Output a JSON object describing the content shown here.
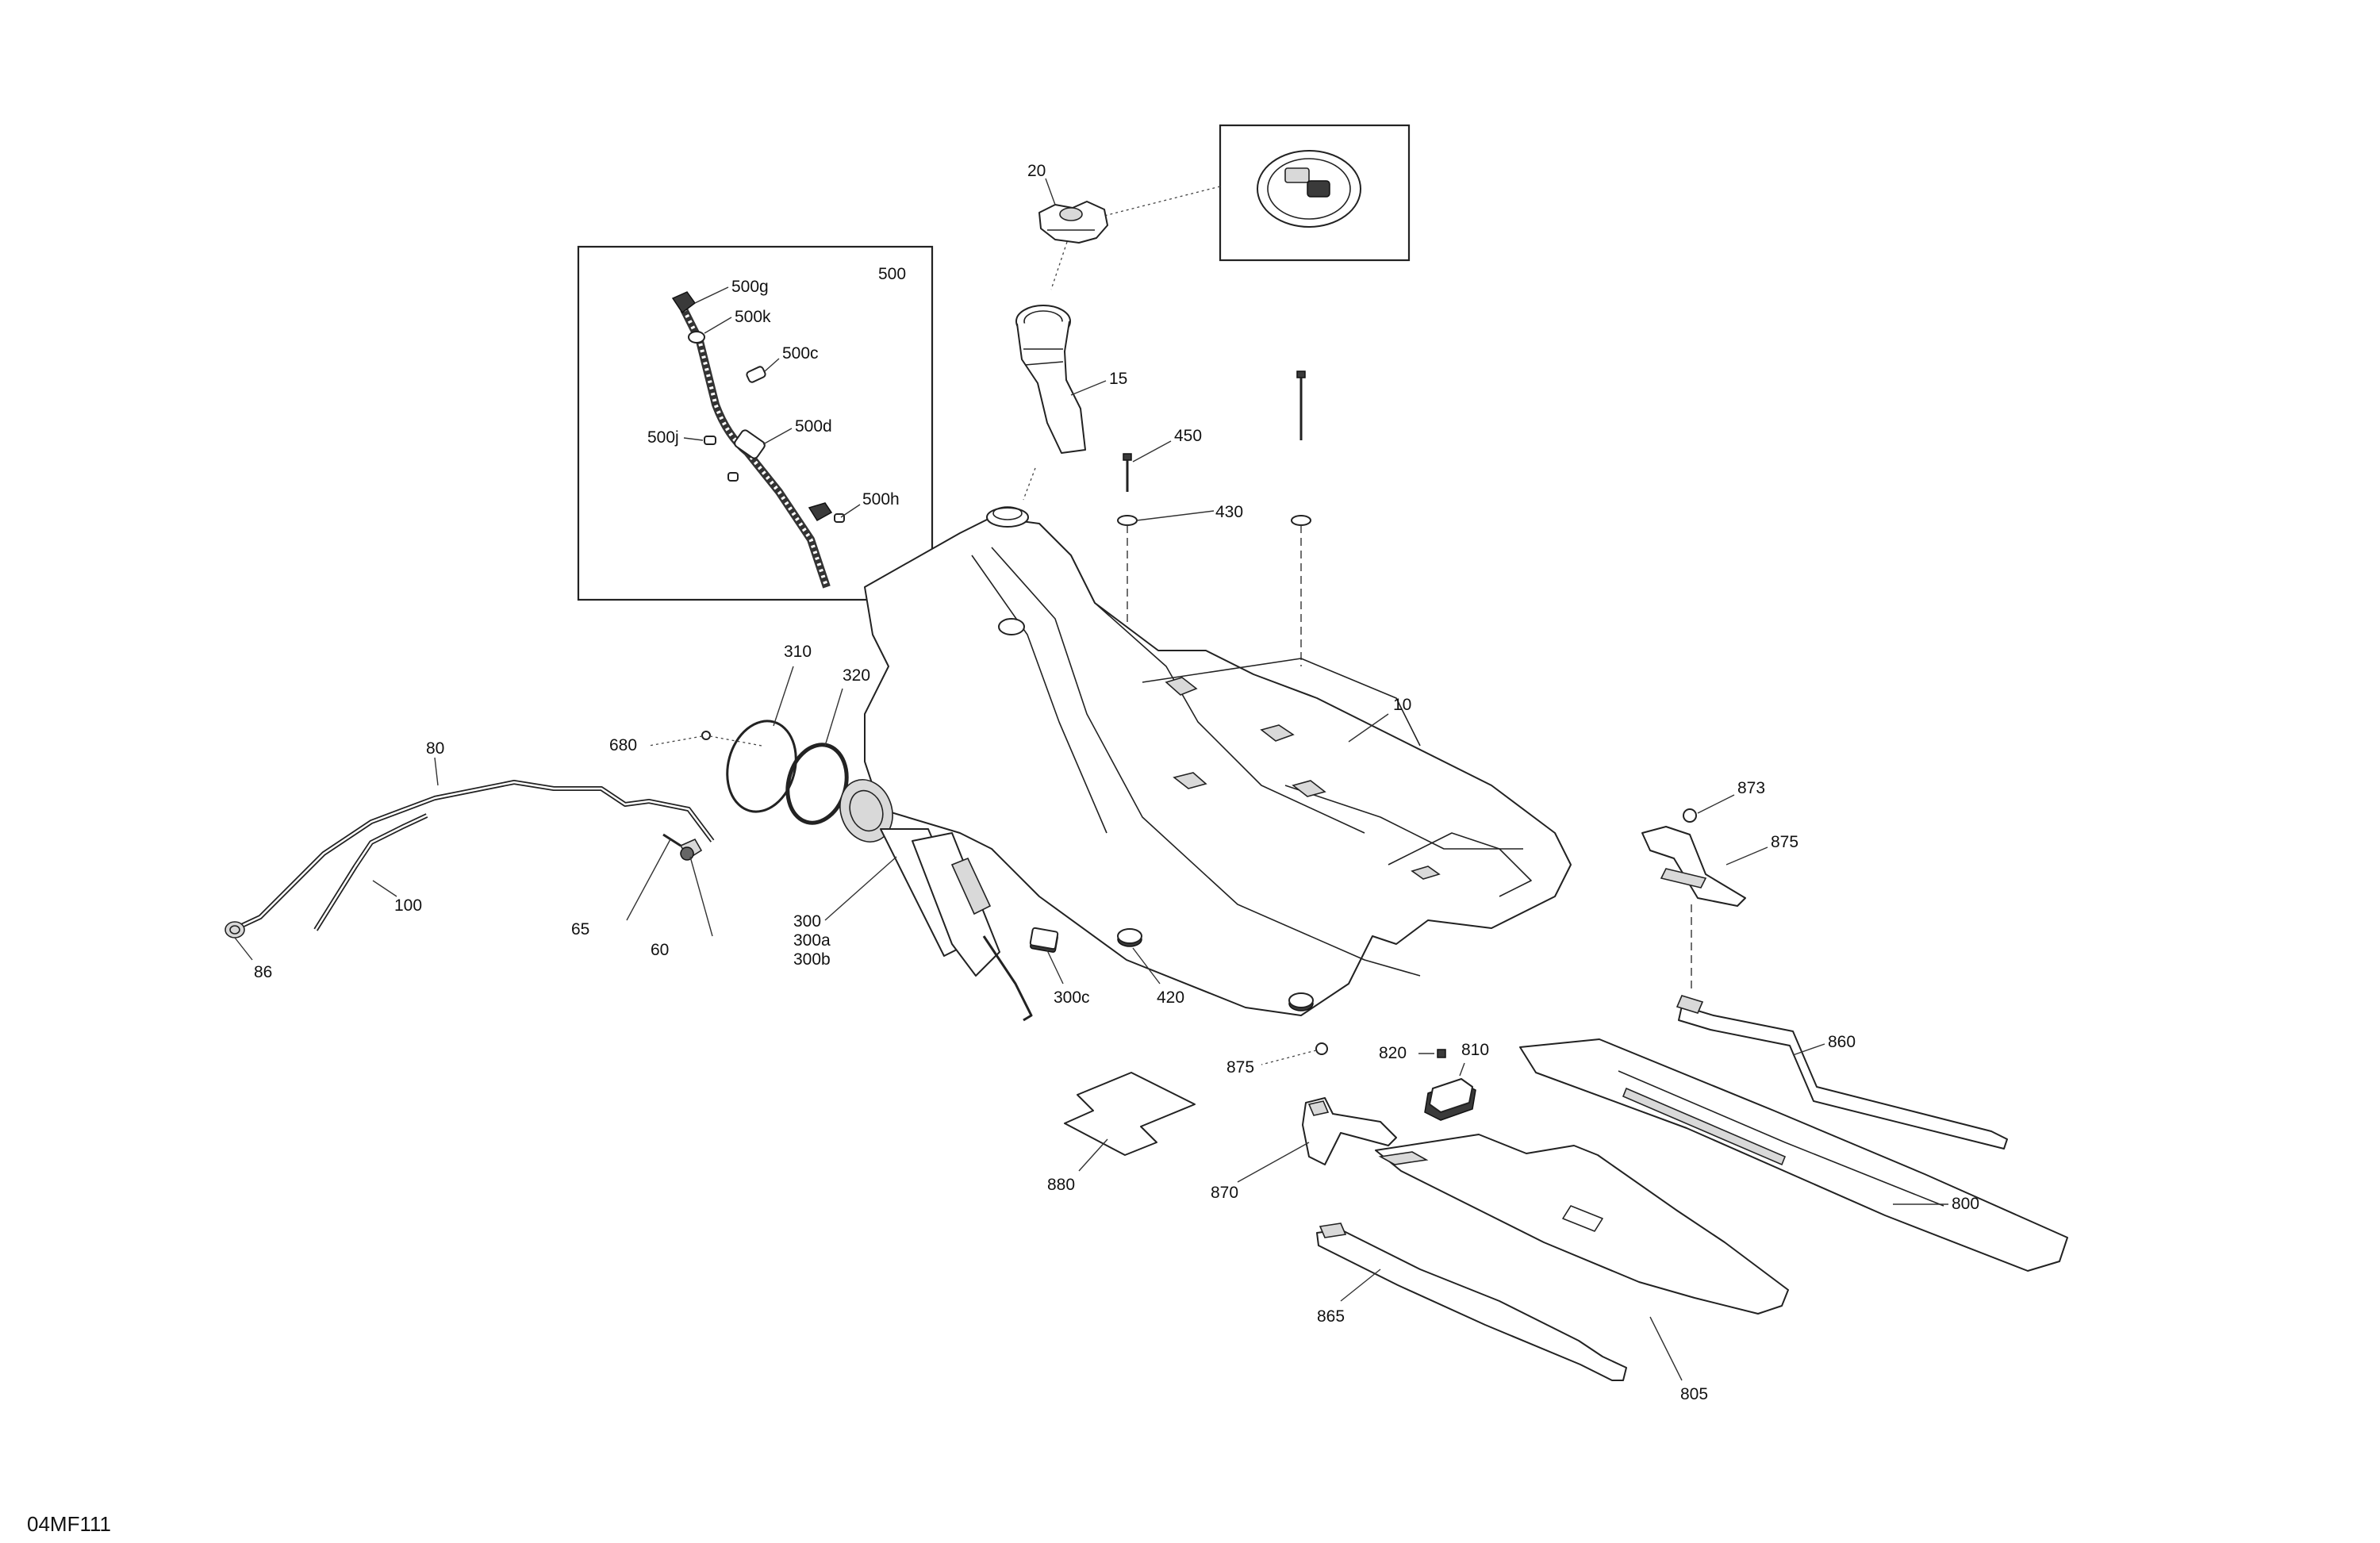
{
  "diagram_code": "04MF111",
  "callouts": {
    "c10": "10",
    "c15": "15",
    "c20": "20",
    "c60": "60",
    "c65": "65",
    "c80": "80",
    "c86": "86",
    "c100": "100",
    "c300": "300",
    "c300a": "300a",
    "c300b": "300b",
    "c300c": "300c",
    "c310": "310",
    "c320": "320",
    "c420": "420",
    "c430": "430",
    "c450": "450",
    "c500": "500",
    "c500c": "500c",
    "c500d": "500d",
    "c500g": "500g",
    "c500h": "500h",
    "c500j": "500j",
    "c500k": "500k",
    "c680": "680",
    "c800": "800",
    "c805": "805",
    "c810": "810",
    "c820": "820",
    "c860": "860",
    "c865": "865",
    "c870": "870",
    "c873": "873",
    "c875a": "875",
    "c875b": "875",
    "c880": "880"
  }
}
